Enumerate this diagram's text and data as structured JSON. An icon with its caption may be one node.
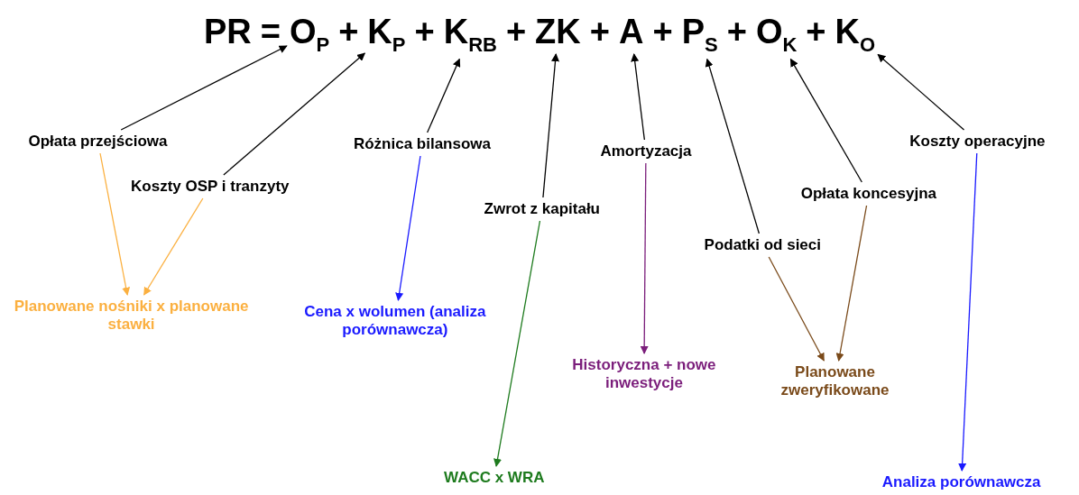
{
  "diagram": {
    "nodes": [
      {
        "text": [
          "O$_{P}$"
        ]
      },
      {
        "text": [
          "K$_{P}$"
        ]
      },
      {
        "text": [
          "K$_{RB}$"
        ]
      },
      {
        "text": [
          "ZK"
        ]
      },
      {
        "text": [
          "A"
        ]
      },
      {
        "text": [
          "P$_{S}$"
        ]
      },
      {
        "text": [
          "O$_{K}$"
        ]
      },
      {
        "text": [
          "K$_{O}$"
        ]
      },
      {
        "text": [
          "Opłata przejściowa"
        ]
      },
      {
        "text": [
          "Koszty OSP i tranzyty"
        ]
      },
      {
        "text": [
          "Różnica bilansowa"
        ]
      },
      {
        "text": [
          "Zwrot z kapitału"
        ]
      },
      {
        "text": [
          "Amortyzacja"
        ]
      },
      {
        "text": [
          "Podatki od sieci"
        ]
      },
      {
        "text": [
          "Opłata koncesyjna"
        ]
      },
      {
        "text": [
          "Koszty operacyjne"
        ]
      },
      {
        "text": [
          "Planowane nośniki x planowane stawki"
        ]
      },
      {
        "text": [
          "Cena x wolumen (analiza porównawcza)"
        ]
      },
      {
        "text": [
          "WACC x WRA"
        ]
      },
      {
        "text": [
          "Historyczna + nowe inwestycje"
        ]
      },
      {
        "text": [
          "Planowane zweryfikowane"
        ]
      },
      {
        "text": [
          "Analiza porównawcza"
        ]
      }
    ],
    "edges": [
      {
        "from": 8,
        "to": 0,
        "arrow": "to"
      },
      {
        "from": 9,
        "to": 1,
        "arrow": "to"
      },
      {
        "from": 10,
        "to": 2,
        "arrow": "to"
      },
      {
        "from": 11,
        "to": 3,
        "arrow": "to"
      },
      {
        "from": 12,
        "to": 4,
        "arrow": "to"
      },
      {
        "from": 13,
        "to": 5,
        "arrow": "to"
      },
      {
        "from": 14,
        "to": 6,
        "arrow": "to"
      },
      {
        "from": 15,
        "to": 7,
        "arrow": "to"
      },
      {
        "from": 8,
        "to": 16,
        "arrow": "to",
        "color": "#fbb040"
      },
      {
        "from": 9,
        "to": 16,
        "arrow": "to",
        "color": "#fbb040"
      },
      {
        "from": 10,
        "to": 17,
        "arrow": "to",
        "color": "#1a1aff"
      },
      {
        "from": 11,
        "to": 18,
        "arrow": "to",
        "color": "#1e7b1e"
      },
      {
        "from": 12,
        "to": 19,
        "arrow": "to",
        "color": "#7b1e7b"
      },
      {
        "from": 13,
        "to": 20,
        "arrow": "to",
        "color": "#7a4a1a"
      },
      {
        "from": 14,
        "to": 20,
        "arrow": "to",
        "color": "#7a4a1a"
      },
      {
        "from": 15,
        "to": 21,
        "arrow": "to",
        "color": "#1a1aff"
      }
    ],
    "labels": [
      "PR",
      "=",
      "+",
      "+",
      "+",
      "+",
      "+",
      "+",
      "+"
    ]
  }
}
